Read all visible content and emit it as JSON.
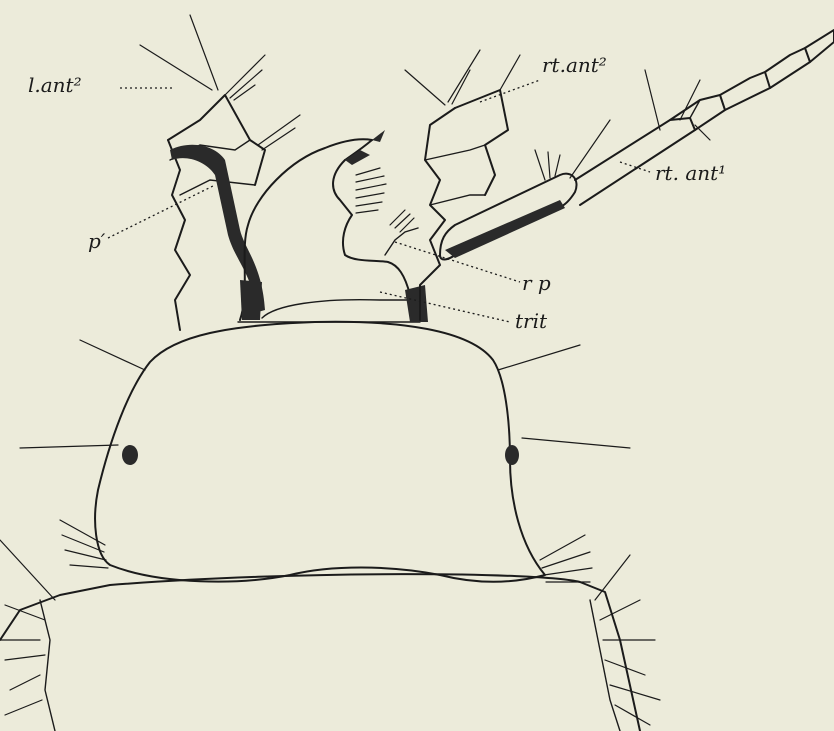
{
  "figure": {
    "labels": {
      "l_ant2": "l.ant²",
      "rt_ant2": "rt.ant²",
      "rt_ant1": "rt. ant¹",
      "p_prime": "p′",
      "rp": "r p",
      "trit": "trit"
    },
    "colors": {
      "background": "#ecebda",
      "ink": "#1b1b1b"
    }
  }
}
